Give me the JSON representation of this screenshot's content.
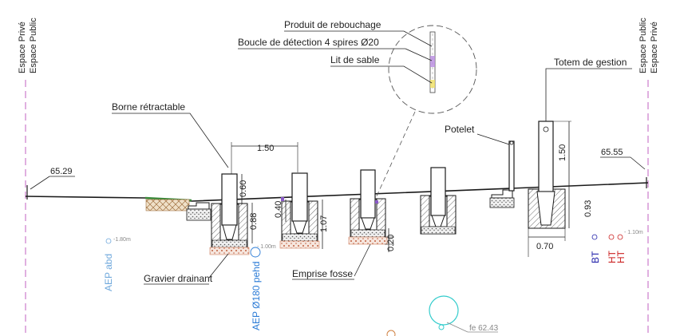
{
  "labels": {
    "prive": "Espace Privé",
    "public": "Espace Public",
    "borne": "Borne rétractable",
    "produit": "Produit de rebouchage",
    "boucle": "Boucle de détection 4 spires Ø20",
    "lit": "Lit de sable",
    "totem": "Totem de gestion",
    "potelet": "Potelet",
    "gravier": "Gravier drainant",
    "emprise": "Emprise fosse",
    "aep_abd": "AEP abd",
    "aep_pehd": "AEP Ø180 pehd",
    "bt": "BT",
    "ht": "HT"
  },
  "levels": {
    "left": "65.29",
    "right": "65.55",
    "fe": "fe 62.43"
  },
  "depths": {
    "aep_abd": "-1.80m",
    "aep_pehd": "- 1.00m",
    "networks": "- 1.10m"
  },
  "dims": {
    "spacing": "1.50",
    "borne_h": "0.60",
    "fosse_d": "0.88",
    "d040": "0.40",
    "d107": "1.07",
    "d020": "0.20",
    "totem_h": "1.50",
    "totem_d": "0.93",
    "totem_w": "0.70"
  },
  "colors": {
    "line": "#1a1a1a",
    "dashed": "#c060c0",
    "gravel": "#d08060",
    "grass": "#3a8a3a",
    "aep_light": "#6fa8dc",
    "aep_blue": "#2b7bd6",
    "bt": "#2222aa",
    "ht": "#cc2222",
    "cyan": "#33cccc"
  }
}
